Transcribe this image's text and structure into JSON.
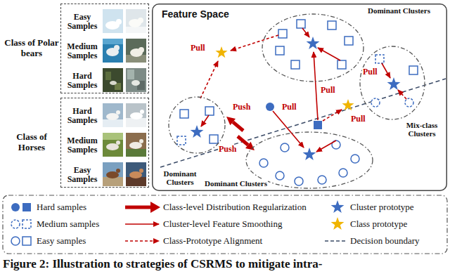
{
  "diagram": {
    "caption": "Figure 2: Illustration to strategies of CSRMS to mitigate intra-",
    "nodes": [
      {
        "text": [
          "Class of Polar bears",
          "Easy Samples",
          "Medium Samples",
          "Hard Samples"
        ]
      },
      {
        "text": [
          "Class of Horses",
          "Hard Samples",
          "Medium Samples",
          "Easy Samples"
        ]
      },
      {
        "text": [
          "Feature Space"
        ]
      },
      {
        "text": [
          "Dominant Clusters"
        ],
        "in": 2
      },
      {
        "text": [
          "Dominant Clusters"
        ],
        "in": 2
      },
      {
        "text": [
          "Mix-class Clusters"
        ],
        "in": 2
      },
      {
        "text": [
          "Dominant Clusters"
        ],
        "in": 2
      }
    ],
    "labels": [
      "Pull",
      "Pull",
      "Pull",
      "Pull",
      "Pull",
      "Push",
      "Push"
    ],
    "legend": [
      {
        "text": "Hard samples"
      },
      {
        "text": "Medium samples"
      },
      {
        "text": "Easy samples"
      },
      {
        "text": "Class-level Distribution Regularization"
      },
      {
        "text": "Cluster-level Feature Smoothing"
      },
      {
        "text": "Class-Prototype Alignment"
      },
      {
        "text": "Cluster prototype"
      },
      {
        "text": "Class prototype"
      },
      {
        "text": "Decision boundary"
      }
    ]
  }
}
